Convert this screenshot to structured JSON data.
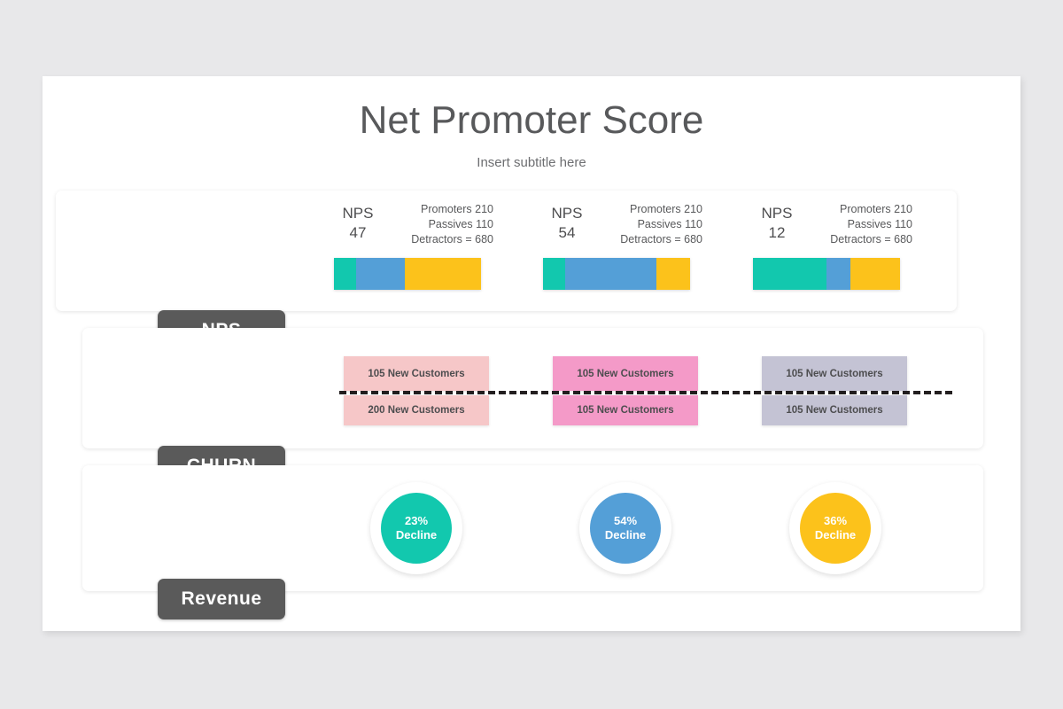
{
  "header": {
    "title": "Net Promoter Score",
    "subtitle": "Insert subtitle here"
  },
  "colors": {
    "promoter": "#12c8ae",
    "passive": "#549fd7",
    "detractor": "#fcc21b",
    "pill": "#5a5a5a",
    "slide_bg": "#ffffff",
    "page_bg": "#e8e8ea",
    "churn_1": "#f6c7c8",
    "churn_2": "#f49ac8",
    "churn_3": "#c4c3d4"
  },
  "rows": {
    "nps": {
      "label": "NPS",
      "groups": [
        {
          "score_label": "NPS",
          "score_value": "47",
          "promoters": "Promoters 210",
          "passives": "Passives 110",
          "detractors": "Detractors = 680",
          "segments": {
            "promoter_pct": 15,
            "passive_pct": 33,
            "detractor_pct": 52
          }
        },
        {
          "score_label": "NPS",
          "score_value": "54",
          "promoters": "Promoters 210",
          "passives": "Passives 110",
          "detractors": "Detractors = 680",
          "segments": {
            "promoter_pct": 15,
            "passive_pct": 62,
            "detractor_pct": 23
          }
        },
        {
          "score_label": "NPS",
          "score_value": "12",
          "promoters": "Promoters 210",
          "passives": "Passives 110",
          "detractors": "Detractors = 680",
          "segments": {
            "promoter_pct": 50,
            "passive_pct": 16,
            "detractor_pct": 34
          }
        }
      ]
    },
    "churn": {
      "label": "CHURN",
      "groups": [
        {
          "top_text": "105 New Customers",
          "bottom_text": "200 New Customers",
          "color": "#f6c7c8"
        },
        {
          "top_text": "105 New Customers",
          "bottom_text": "105 New Customers",
          "color": "#f49ac8"
        },
        {
          "top_text": "105 New Customers",
          "bottom_text": "105 New Customers",
          "color": "#c4c3d4"
        }
      ]
    },
    "revenue": {
      "label": "Revenue",
      "groups": [
        {
          "percent": "23%",
          "caption": "Decline",
          "color": "#12c8ae"
        },
        {
          "percent": "54%",
          "caption": "Decline",
          "color": "#549fd7"
        },
        {
          "percent": "36%",
          "caption": "Decline",
          "color": "#fcc21b"
        }
      ]
    }
  },
  "chart_data": {
    "type": "bar",
    "title": "Net Promoter Score",
    "categories": [
      "NPS 47",
      "NPS 54",
      "NPS 12"
    ],
    "series": [
      {
        "name": "Promoters",
        "values": [
          15,
          15,
          50
        ]
      },
      {
        "name": "Passives",
        "values": [
          33,
          62,
          16
        ]
      },
      {
        "name": "Detractors",
        "values": [
          52,
          23,
          34
        ]
      }
    ],
    "xlabel": "",
    "ylabel": "",
    "legend": [
      "Promoters",
      "Passives",
      "Detractors"
    ]
  }
}
